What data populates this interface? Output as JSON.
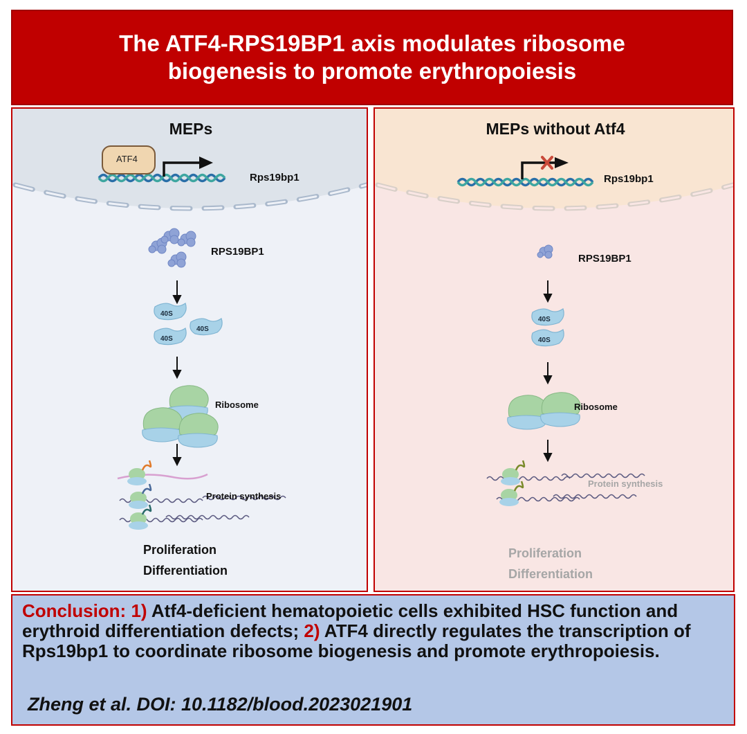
{
  "title": {
    "line1": "The ATF4-RPS19BP1 axis modulates ribosome",
    "line2": "biogenesis to promote erythropoiesis"
  },
  "left_panel": {
    "heading": "MEPs",
    "tf_label": "ATF4",
    "gene_label": "Rps19bp1",
    "protein_label": "RPS19BP1",
    "subunit_label": "40S",
    "ribosome_label": "Ribosome",
    "synthesis_label": "Protein synthesis",
    "outcome1": "Proliferation",
    "outcome2": "Differentiation"
  },
  "right_panel": {
    "heading": "MEPs without Atf4",
    "gene_label": "Rps19bp1",
    "protein_label": "RPS19BP1",
    "subunit_label": "40S",
    "ribosome_label": "Ribosome",
    "synthesis_label": "Protein synthesis",
    "outcome1": "Proliferation",
    "outcome2": "Differentiation"
  },
  "conclusion": {
    "label": "Conclusion:",
    "item1_num": "1)",
    "item1_text": "Atf4-deficient hematopoietic cells exhibited HSC function and erythroid differentiation defects;",
    "item2_num": "2)",
    "item2_text": "ATF4 directly regulates the transcription of Rps19bp1 to coordinate ribosome biogenesis and promote erythropoiesis.",
    "citation": "Zheng et al. DOI: 10.1182/blood.2023021901"
  },
  "colors": {
    "title_bg": "#c00000",
    "panel_border": "#c00000",
    "conclusion_bg": "#b4c7e7",
    "left_nucleus": "#dde3ea",
    "right_nucleus": "#f9e5d2",
    "ribosome_large": "#a8d4a4",
    "ribosome_small": "#a8d2e8",
    "faded_text": "#a6a6a6"
  }
}
